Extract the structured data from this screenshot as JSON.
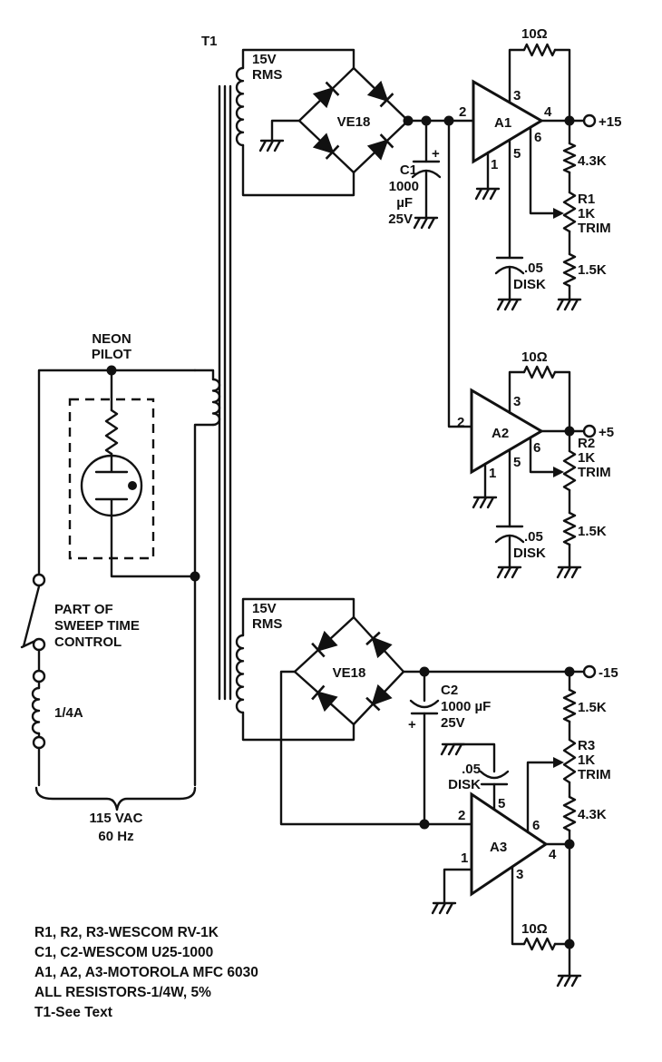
{
  "transformer": {
    "label": "T1"
  },
  "neon_pilot": {
    "label_line1": "NEON",
    "label_line2": "PILOT"
  },
  "switch": {
    "line1": "PART OF",
    "line2": "SWEEP TIME",
    "line3": "CONTROL"
  },
  "fuse": {
    "label": "1/4A"
  },
  "mains": {
    "line1": "115 VAC",
    "line2": "60 Hz"
  },
  "supply_top": {
    "secondary_line1": "15V",
    "secondary_line2": "RMS",
    "bridge": "VE18",
    "c1": {
      "name": "C1",
      "value": "1000",
      "unit": "µF",
      "voltage": "25V",
      "polarity": "+"
    }
  },
  "regulator_a1": {
    "name": "A1",
    "pins": {
      "p1": "1",
      "p2": "2",
      "p3": "3",
      "p4": "4",
      "p5": "5",
      "p6": "6"
    },
    "feedback_resistor": "10Ω",
    "output": "+15",
    "r_top": "4.3K",
    "trim_name": "R1",
    "trim_value": "1K",
    "trim_label": "TRIM",
    "r_bottom": "1.5K",
    "cap_value": ".05",
    "cap_type": "DISK"
  },
  "regulator_a2": {
    "name": "A2",
    "pins": {
      "p1": "1",
      "p2": "2",
      "p3": "3",
      "p5": "5",
      "p6": "6"
    },
    "feedback_resistor": "10Ω",
    "output": "+5",
    "trim_name": "R2",
    "trim_value": "1K",
    "trim_label": "TRIM",
    "r_bottom": "1.5K",
    "cap_value": ".05",
    "cap_type": "DISK"
  },
  "supply_bottom": {
    "secondary_line1": "15V",
    "secondary_line2": "RMS",
    "bridge": "VE18",
    "c2": {
      "name": "C2",
      "value": "1000 µF",
      "voltage": "25V",
      "polarity": "+"
    }
  },
  "regulator_a3": {
    "name": "A3",
    "pins": {
      "p1": "1",
      "p2": "2",
      "p3": "3",
      "p4": "4",
      "p5": "5",
      "p6": "6"
    },
    "feedback_resistor": "10Ω",
    "output": "-15",
    "r_top": "1.5K",
    "trim_name": "R3",
    "trim_value": "1K",
    "trim_label": "TRIM",
    "r_bottom": "4.3K",
    "cap_value": ".05",
    "cap_type": "DISK"
  },
  "notes": [
    "R1, R2, R3-WESCOM RV-1K",
    "C1, C2-WESCOM U25-1000",
    "A1, A2, A3-MOTOROLA MFC 6030",
    "ALL RESISTORS-1/4W, 5%",
    "T1-See Text"
  ]
}
